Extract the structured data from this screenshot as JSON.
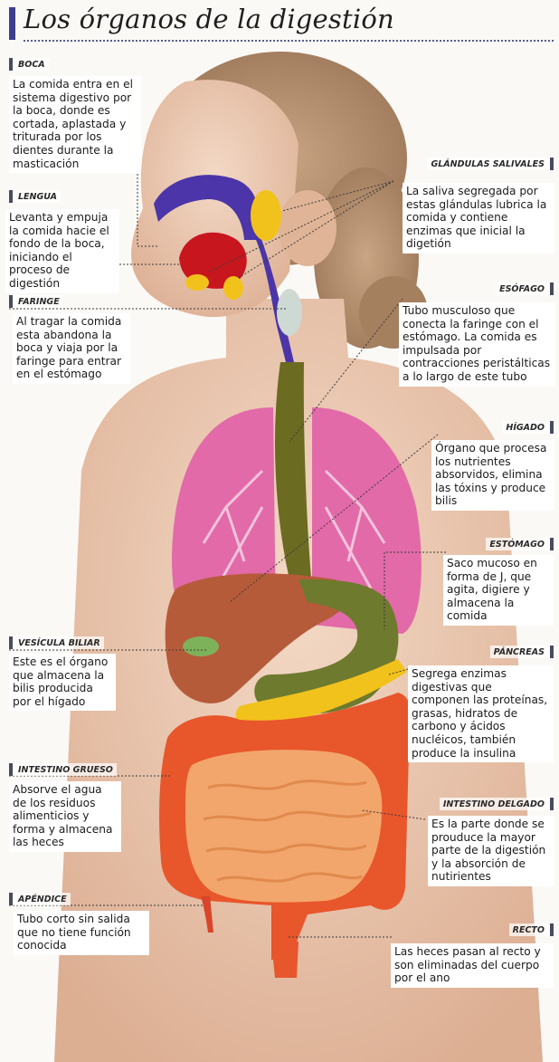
{
  "title": "Los órganos de la digestión",
  "organs": {
    "boca": {
      "label": "Boca",
      "text": "La comida entra en el sistema digestivo por la boca, donde es cortada, aplastada y triturada por los dientes durante la masticación"
    },
    "lengua": {
      "label": "Lengua",
      "text": "Levanta y empuja la comida hacie el fondo de la boca, iniciando el proceso de digestión"
    },
    "faringe": {
      "label": "Faringe",
      "text": "Al tragar la comida esta abandona la boca y viaja por la faringe para entrar en el estómago"
    },
    "vesicula": {
      "label": "Vesícula biliar",
      "text": "Este es el órgano que almacena la bilis producida por el hígado"
    },
    "intestino_grueso": {
      "label": "Intestino grueso",
      "text": "Absorve el agua de los residuos alimenticios y forma y almacena las heces"
    },
    "apendice": {
      "label": "Apéndice",
      "text": "Tubo corto sin salida que no tiene función conocida"
    },
    "glandulas": {
      "label": "Glándulas salivales",
      "text": "La saliva segregada por estas glándulas lubrica la comida y contiene enzimas que inicial la digetión"
    },
    "esofago": {
      "label": "Esófago",
      "text": "Tubo musculoso que conecta la faringe con el estómago. La comida es impulsada por contracciones peristálticas a lo largo de este tubo"
    },
    "higado": {
      "label": "Hígado",
      "text": "Órgano que procesa los nutrientes absorvidos, elimina las tóxins y produce bilis"
    },
    "estomago": {
      "label": "Estómago",
      "text": "Saco mucoso en forma de J, que agita, digiere y almacena la comida"
    },
    "pancreas": {
      "label": "Páncreas",
      "text": "Segrega enzimas digestivas que componen las proteínas, grasas, hidratos de carbono y ácidos nucléicos, también produce la insulina"
    },
    "intestino_delgado": {
      "label": "Intestino delgado",
      "text": "Es la parte donde se prouduce la mayor parte de la digestión y la absorción de nutirientes"
    },
    "recto": {
      "label": "Recto",
      "text": "Las heces pasan al recto y son eliminadas del cuerpo por el ano"
    }
  },
  "colors": {
    "skin": "#e8c4a9",
    "hair": "#b5906f",
    "lungs": "#e26aa8",
    "liver": "#b65b3a",
    "stomach": "#6e7a2e",
    "large_intestine": "#e8562c",
    "small_intestine": "#f2a66b",
    "palate": "#4b35a8",
    "tongue": "#c8161e",
    "gland": "#f2c21c"
  }
}
